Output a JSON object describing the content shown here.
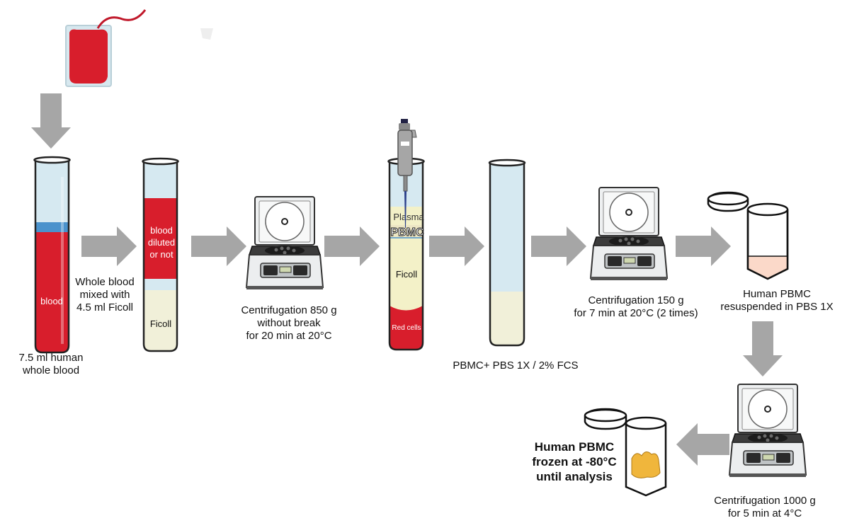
{
  "labels": {
    "whole_blood": "7.5 ml human\nwhole blood",
    "mixed": "Whole blood\nmixed with\n4.5 ml Ficoll",
    "centrifuge_850": "Centrifugation 850 g\nwithout break\nfor 20 min at 20°C",
    "pbmc_pbs": "PBMC+ PBS 1X / 2% FCS",
    "centrifuge_150": "Centrifugation 150 g\nfor 7 min at 20°C (2 times)",
    "resuspended": "Human PBMC\nresuspended in PBS 1X",
    "centrifuge_1000": "Centrifugation 1000 g\nfor 5 min at 4°C",
    "frozen": "Human PBMC\nfrozen at -80°C\nuntil analysis"
  },
  "tube_labels": {
    "blood": "blood",
    "blood_diluted_1": "blood",
    "blood_diluted_2": "diluted",
    "blood_diluted_3": "or not",
    "ficoll_1": "Ficoll",
    "plasma": "Plasma",
    "pbmc": "PBMC",
    "ficoll_2": "Ficoll",
    "red_cells": "Red cells"
  },
  "colors": {
    "arrow": "#a6a6a6",
    "blood": "#d81e2c",
    "tube_fluid": "#d6e9f1",
    "ficoll": "#f3f1c8",
    "serum_band": "#4a92cc",
    "pellet_pink": "#fbd9c9",
    "frozen_pellet": "#f0b63c"
  }
}
